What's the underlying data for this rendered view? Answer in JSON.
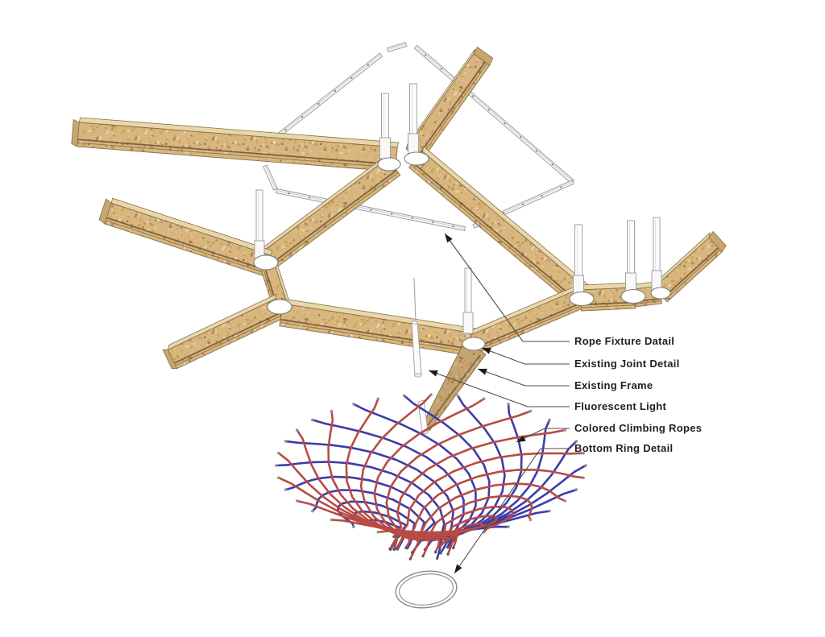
{
  "annotations": {
    "items": [
      {
        "label": "Rope Fixture Datail"
      },
      {
        "label": "Existing Joint Detail"
      },
      {
        "label": "Existing Frame"
      },
      {
        "label": "Fluorescent Light"
      },
      {
        "label": "Colored Climbing Ropes"
      },
      {
        "label": "Bottom Ring Detail"
      }
    ]
  },
  "colors": {
    "background": "#ffffff",
    "wood_base": "#d8b67e",
    "wood_top": "#e9d7aa",
    "wood_cap": "#c9a76c",
    "wood_edge": "#85704b",
    "wood_groove": "#6f5533",
    "wood_groove2": "#8a6d42",
    "metal_white": "#f3f3f3",
    "metal_outline": "#9a9a9a",
    "disc_fill": "#ffffff",
    "disc_outline": "#7f7f7f",
    "rope_blue": "#3c3caa",
    "rope_red": "#b84b42",
    "rope_cap": "#5a5a5a",
    "leader_line": "#4c4c4c",
    "arrowhead": "#1c1c1c",
    "ring_outline": "#8a8a8a"
  }
}
